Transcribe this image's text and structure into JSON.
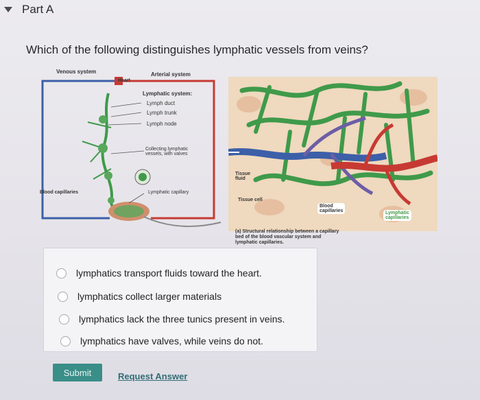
{
  "header": {
    "title": "Part A",
    "caret_icon": "caret-down-icon"
  },
  "question": "Which of the following distinguishes lymphatic vessels from veins?",
  "figure": {
    "venous_label": "Venous system",
    "heart_label": "Heart",
    "arterial_label": "Arterial system",
    "lymphatic_system_label": "Lymphatic system:",
    "lymph_duct": "Lymph duct",
    "lymph_trunk": "Lymph trunk",
    "lymph_node": "Lymph node",
    "collecting_line1": "Collecting lymphatic",
    "collecting_line2": "vessels, with valves",
    "blood_capillaries": "Blood capillaries",
    "lymphatic_capillary": "Lymphatic capillary",
    "tissue_fluid_line1": "Tissue",
    "tissue_fluid_line2": "fluid",
    "tissue_cell": "Tissue cell",
    "micro_blood_line1": "Blood",
    "micro_blood_line2": "capillaries",
    "micro_lymph_line1": "Lymphatic",
    "micro_lymph_line2": "capillaries",
    "caption_line1": "(a) Structural relationship between a capillary",
    "caption_line2": "bed of the blood vascular system and",
    "caption_line3": "lymphatic capillaries."
  },
  "options": [
    "lymphatics transport fluids toward the heart.",
    "lymphatics collect larger materials",
    "lymphatics lack the three tunics present in veins.",
    "lymphatics have valves, while veins do not."
  ],
  "buttons": {
    "submit": "Submit",
    "request_answer": "Request Answer"
  },
  "colors": {
    "submit_bg": "#3a8e88",
    "link": "#316c76",
    "artery_red": "#c73a33",
    "vein_blue": "#3c5fa8",
    "lymph_green": "#3f9a4a"
  }
}
